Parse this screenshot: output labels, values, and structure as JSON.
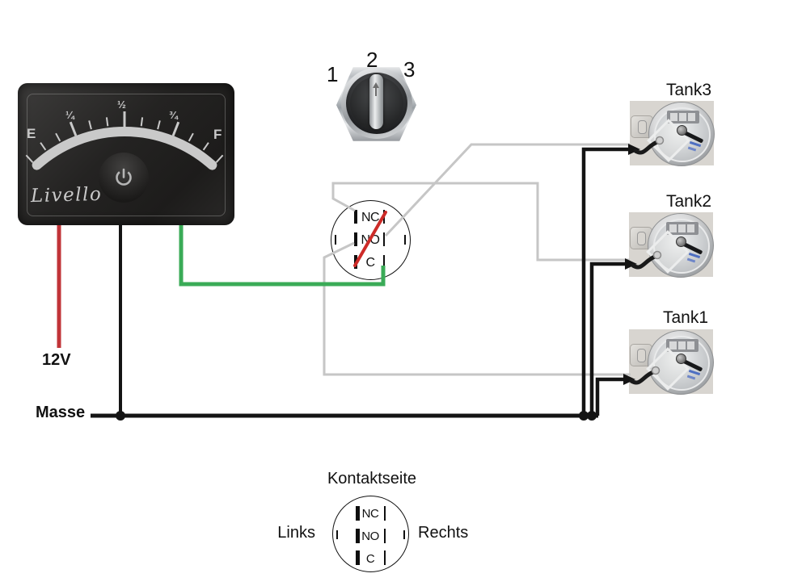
{
  "gauge": {
    "brand": "Livello",
    "scale": {
      "empty": "E",
      "quarter": "¼",
      "half": "½",
      "three_quarters": "¾",
      "full": "F"
    }
  },
  "labels": {
    "supply": "12V",
    "ground": "Masse"
  },
  "selector_switch": {
    "positions": [
      "1",
      "2",
      "3"
    ]
  },
  "contact_switch": {
    "nc": "NC",
    "no": "NO",
    "c": "C"
  },
  "tanks": [
    {
      "label": "Tank3"
    },
    {
      "label": "Tank2"
    },
    {
      "label": "Tank1"
    }
  ],
  "legend": {
    "title": "Kontaktseite",
    "left": "Links",
    "right": "Rechts",
    "contacts": {
      "nc": "NC",
      "no": "NO",
      "c": "C"
    }
  },
  "colors": {
    "supply_wire": "#c13438",
    "ground_wire": "#141414",
    "signal_wire": "#c6c6c6",
    "sender_wire": "#3aab57",
    "jumper_wire": "#cd2b28"
  }
}
